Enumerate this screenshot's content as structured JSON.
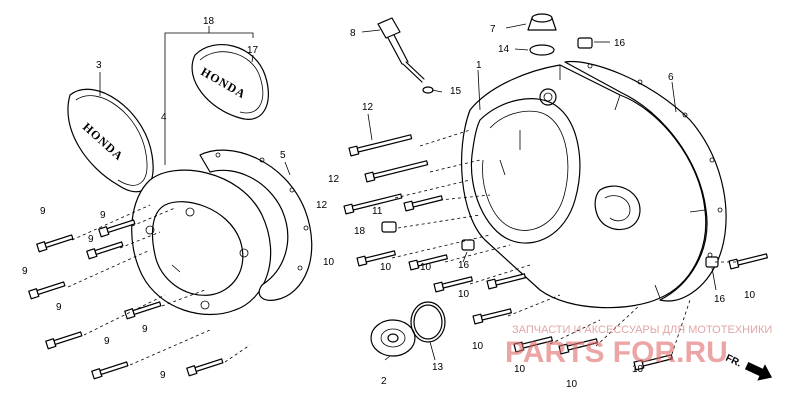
{
  "diagram": {
    "callouts": {
      "c1": "1",
      "c2": "2",
      "c3": "3",
      "c4": "4",
      "c5": "5",
      "c6": "6",
      "c7": "7",
      "c8": "8",
      "c9a": "9",
      "c9b": "9",
      "c9c": "9",
      "c9d": "9",
      "c9e": "9",
      "c9f": "9",
      "c9g": "9",
      "c9h": "9",
      "c10a": "10",
      "c10b": "10",
      "c10c": "10",
      "c10d": "10",
      "c10e": "10",
      "c10f": "10",
      "c10g": "10",
      "c10h": "10",
      "c10i": "10",
      "c11": "11",
      "c12a": "12",
      "c12b": "12",
      "c12c": "12",
      "c13": "13",
      "c14": "14",
      "c15": "15",
      "c16a": "16",
      "c16b": "16",
      "c16c": "16",
      "c17": "17",
      "c18a": "18",
      "c18b": "18"
    },
    "logo_left": "HONDA",
    "logo_right": "HONDA",
    "direction_label": "FR."
  },
  "watermark": {
    "line1": "ЗАПЧАСТИ И АКСЕССУАРЫ ДЛЯ МОТОТЕХНИКИ",
    "line2": "PARTS FOR.RU"
  }
}
